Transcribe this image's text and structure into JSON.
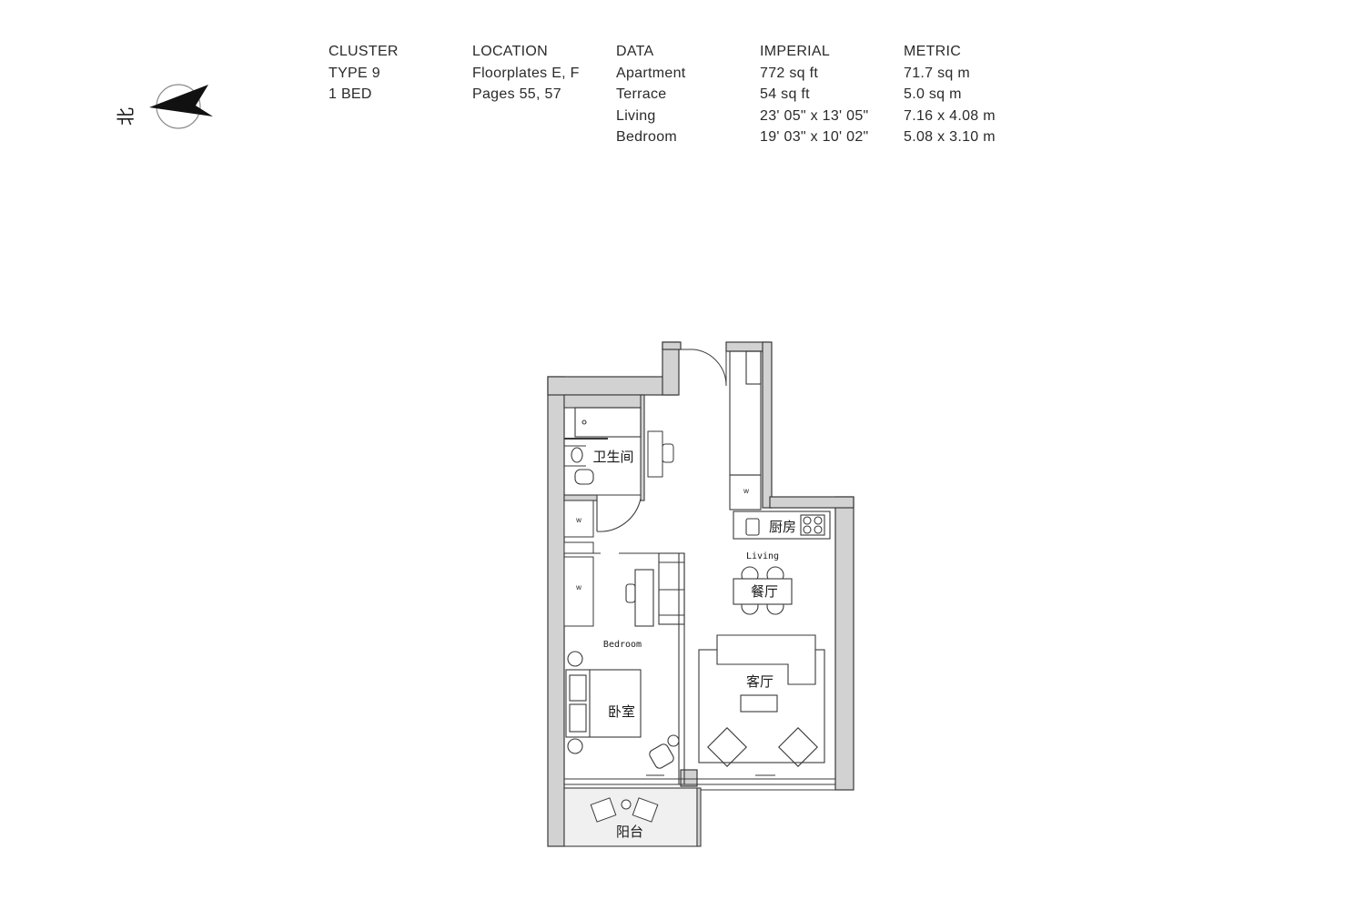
{
  "compass": {
    "label": "北",
    "icon": "north-arrow-icon"
  },
  "specs": {
    "cluster": {
      "header": "CLUSTER",
      "rows": [
        "TYPE 9",
        "1 BED"
      ]
    },
    "location": {
      "header": "LOCATION",
      "rows": [
        "Floorplates E, F",
        "Pages 55, 57"
      ]
    },
    "data": {
      "header": "DATA",
      "rows": [
        "Apartment",
        "Terrace",
        "Living",
        "Bedroom"
      ]
    },
    "imperial": {
      "header": "IMPERIAL",
      "rows": [
        "772 sq ft",
        "54 sq ft",
        "23' 05\" x 13' 05\"",
        "19' 03\" x 10' 02\""
      ]
    },
    "metric": {
      "header": "METRIC",
      "rows": [
        "71.7 sq m",
        "5.0 sq m",
        "7.16 x 4.08 m",
        "5.08 x 3.10 m"
      ]
    }
  },
  "plan": {
    "bathroom": "卫生间",
    "kitchen": "厨房",
    "living_en": "Living",
    "dining": "餐厅",
    "living": "客厅",
    "bedroom_en": "Bedroom",
    "bedroom": "卧室",
    "balcony": "阳台",
    "wall_color": "#d2d2d2",
    "line_color": "#3a3a3a"
  }
}
